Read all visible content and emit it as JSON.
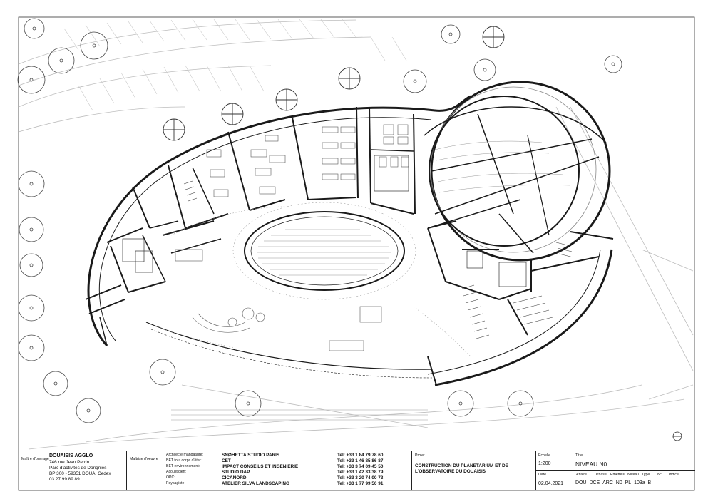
{
  "title_block": {
    "client": {
      "role_label": "Maître d'ouvrage",
      "name": "DOUAISIS AGGLO",
      "lines": [
        "746 rue Jean Perrin",
        "Parc d'activités de Dorignies",
        "BP 300 - 59351 DOUAI Cedex",
        "03 27 99 89 89"
      ]
    },
    "team": {
      "role_label": "Maîtrise d'oeuvre",
      "roles": [
        "Architecte mandataire:",
        "BET tout corps d'état:",
        "BET environnement:",
        "Acousticien:",
        "OPC:",
        "Paysagiste"
      ],
      "companies": [
        "SNØHETTA  STUDIO PARIS",
        "CET",
        "IMPACT CONSEILS ET INGENIERIE",
        "STUDIO DAP",
        "CICANORD",
        "ATELIER SILVA LANDSCAPING"
      ],
      "phones": [
        "Tel: +33 1 84 79 78 60",
        "Tel: +33 1 46 85 86 87",
        "Tel: +33 3 74 09 45 50",
        "Tel: +33 1 42 33 38 79",
        "Tel: +33 3 20 74 00 73",
        "Tel: +33 1 77 99 50 91"
      ]
    },
    "project": {
      "label": "Projet",
      "lines": [
        "CONSTRUCTION DU PLANETARIUM ET DE",
        "L'OBSERVATOIRE DU DOUAISIS"
      ]
    },
    "scale": {
      "label": "Echelle",
      "value": "1:200"
    },
    "date": {
      "label": "Date",
      "value": "02.04.2021"
    },
    "title": {
      "label": "Titre",
      "value": "NIVEAU N0"
    },
    "reference": {
      "headers": [
        "Affaire",
        "Phase",
        "Emetteur",
        "Niveau",
        "Type",
        "N°",
        "Indice"
      ],
      "value": "DOU_DCE_ARC_N0_PL_103a_B"
    }
  }
}
